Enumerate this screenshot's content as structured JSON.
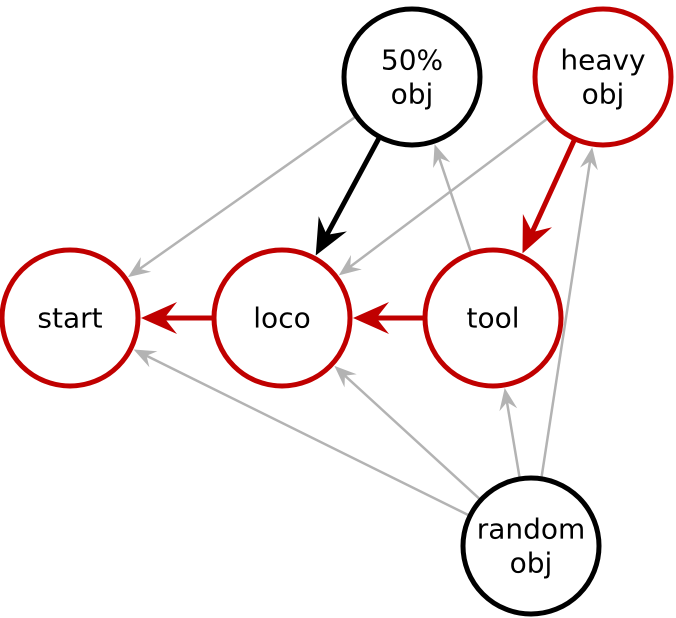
{
  "colors": {
    "background": "#ffffff",
    "red": "#c00000",
    "black": "#000000",
    "gray": "#b3b3b3",
    "text": "#000000"
  },
  "nodes": [
    {
      "id": "start",
      "lines": [
        "start"
      ],
      "color": "red"
    },
    {
      "id": "loco",
      "lines": [
        "loco"
      ],
      "color": "red"
    },
    {
      "id": "tool",
      "lines": [
        "tool"
      ],
      "color": "red"
    },
    {
      "id": "50-obj",
      "lines": [
        "50%",
        "obj"
      ],
      "color": "black"
    },
    {
      "id": "heavy-obj",
      "lines": [
        "heavy",
        "obj"
      ],
      "color": "red"
    },
    {
      "id": "random-obj",
      "lines": [
        "random",
        "obj"
      ],
      "color": "black"
    }
  ],
  "edges": [
    {
      "from": "50-obj",
      "to": "start",
      "style": "gray"
    },
    {
      "from": "heavy-obj",
      "to": "loco",
      "style": "gray"
    },
    {
      "from": "tool",
      "to": "50-obj",
      "style": "gray"
    },
    {
      "from": "random-obj",
      "to": "start",
      "style": "gray"
    },
    {
      "from": "random-obj",
      "to": "loco",
      "style": "gray"
    },
    {
      "from": "random-obj",
      "to": "heavy-obj",
      "style": "gray"
    },
    {
      "from": "random-obj",
      "to": "tool",
      "style": "gray"
    },
    {
      "from": "50-obj",
      "to": "loco",
      "style": "black"
    },
    {
      "from": "heavy-obj",
      "to": "tool",
      "style": "red"
    },
    {
      "from": "loco",
      "to": "start",
      "style": "red"
    },
    {
      "from": "tool",
      "to": "loco",
      "style": "red"
    }
  ]
}
